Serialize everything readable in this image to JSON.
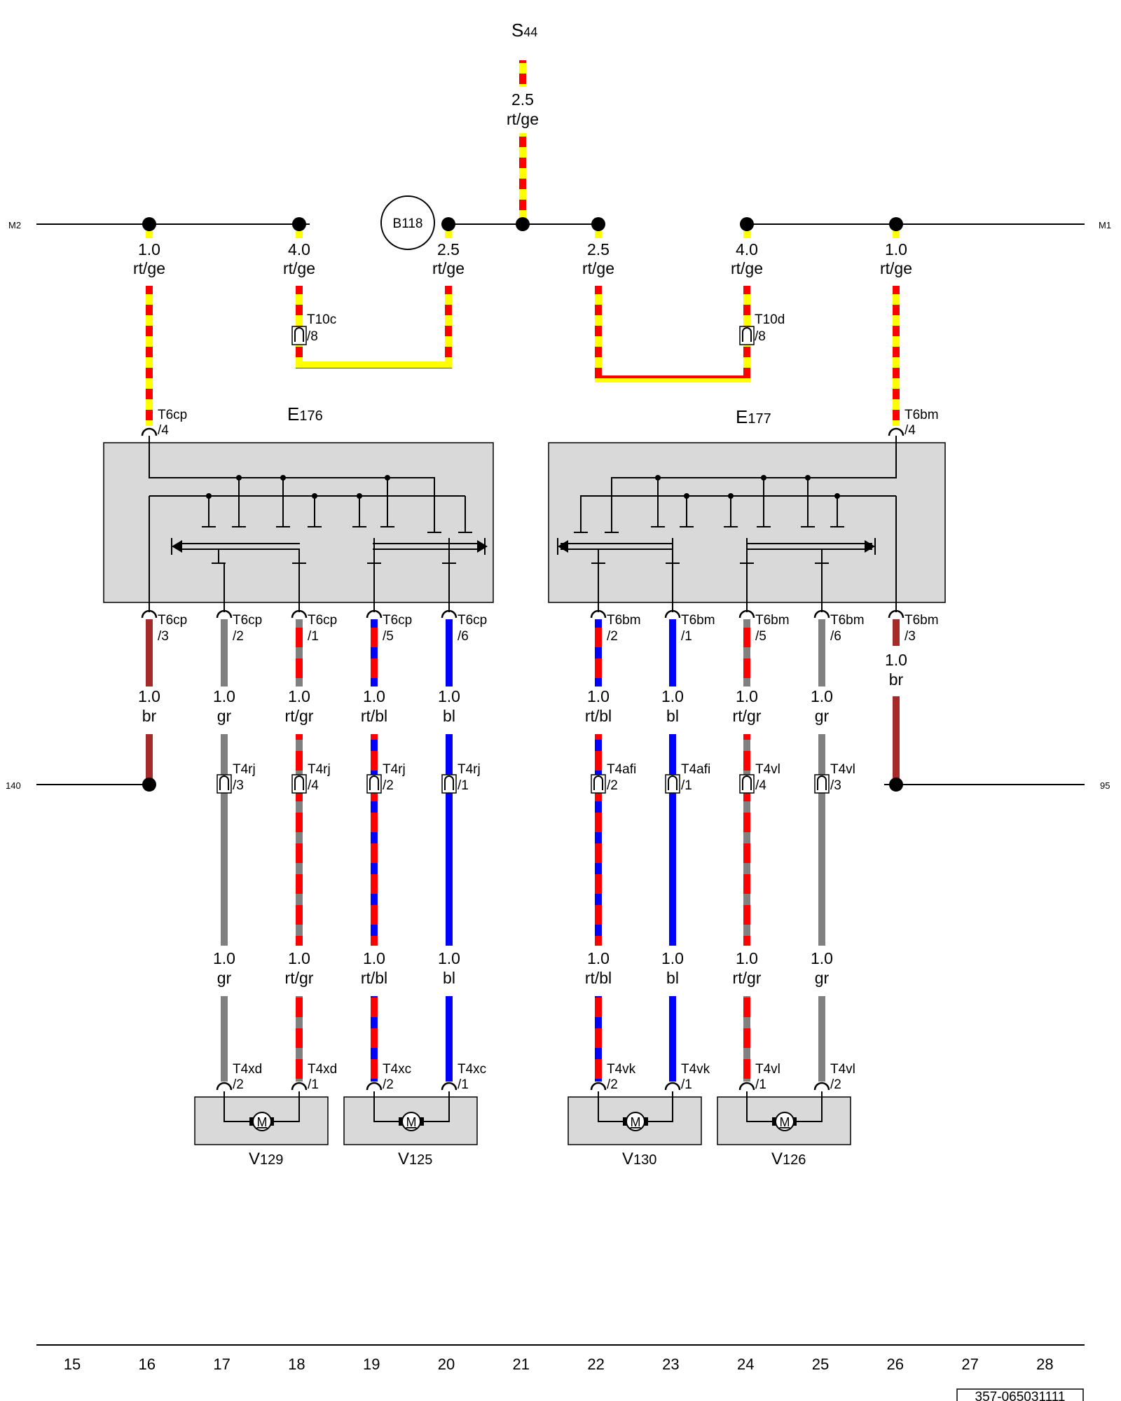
{
  "diagram": {
    "fuse": {
      "name": "S",
      "sub": "44"
    },
    "supply_wire": {
      "size": "2.5",
      "color": "rt/ge"
    },
    "ground_point": "B118",
    "edge_refs": {
      "top_left": "M2",
      "top_right": "M1",
      "mid_left": "140",
      "mid_right": "95"
    },
    "top_wires": [
      {
        "size": "1.0",
        "color": "rt/ge"
      },
      {
        "size": "4.0",
        "color": "rt/ge"
      },
      {
        "size": "2.5",
        "color": "rt/ge"
      },
      {
        "size": "2.5",
        "color": "rt/ge"
      },
      {
        "size": "4.0",
        "color": "rt/ge"
      },
      {
        "size": "1.0",
        "color": "rt/ge"
      }
    ],
    "inline_connectors": [
      {
        "name": "T10c",
        "pin": "/8"
      },
      {
        "name": "T10d",
        "pin": "/8"
      }
    ],
    "control_units": [
      {
        "name": "E",
        "sub": "176",
        "supply_pin": {
          "name": "T6cp",
          "pin": "/4"
        },
        "pins": [
          {
            "name": "T6cp",
            "pin": "/3"
          },
          {
            "name": "T6cp",
            "pin": "/2"
          },
          {
            "name": "T6cp",
            "pin": "/1"
          },
          {
            "name": "T6cp",
            "pin": "/5"
          },
          {
            "name": "T6cp",
            "pin": "/6"
          }
        ]
      },
      {
        "name": "E",
        "sub": "177",
        "supply_pin": {
          "name": "T6bm",
          "pin": "/4"
        },
        "pins": [
          {
            "name": "T6bm",
            "pin": "/2"
          },
          {
            "name": "T6bm",
            "pin": "/1"
          },
          {
            "name": "T6bm",
            "pin": "/5"
          },
          {
            "name": "T6bm",
            "pin": "/6"
          },
          {
            "name": "T6bm",
            "pin": "/3"
          }
        ]
      }
    ],
    "ground_wire_right": {
      "size": "1.0",
      "color": "br"
    },
    "mid_wires": [
      {
        "size": "1.0",
        "color": "br"
      },
      {
        "size": "1.0",
        "color": "gr"
      },
      {
        "size": "1.0",
        "color": "rt/gr"
      },
      {
        "size": "1.0",
        "color": "rt/bl"
      },
      {
        "size": "1.0",
        "color": "bl"
      },
      {
        "size": "1.0",
        "color": "rt/bl"
      },
      {
        "size": "1.0",
        "color": "bl"
      },
      {
        "size": "1.0",
        "color": "rt/gr"
      },
      {
        "size": "1.0",
        "color": "gr"
      }
    ],
    "mid_connectors": [
      {
        "name": "T4rj",
        "pin": "/3"
      },
      {
        "name": "T4rj",
        "pin": "/4"
      },
      {
        "name": "T4rj",
        "pin": "/2"
      },
      {
        "name": "T4rj",
        "pin": "/1"
      },
      {
        "name": "T4afi",
        "pin": "/2"
      },
      {
        "name": "T4afi",
        "pin": "/1"
      },
      {
        "name": "T4vl",
        "pin": "/4"
      },
      {
        "name": "T4vl",
        "pin": "/3"
      }
    ],
    "lower_wires": [
      {
        "size": "1.0",
        "color": "gr"
      },
      {
        "size": "1.0",
        "color": "rt/gr"
      },
      {
        "size": "1.0",
        "color": "rt/bl"
      },
      {
        "size": "1.0",
        "color": "bl"
      },
      {
        "size": "1.0",
        "color": "rt/bl"
      },
      {
        "size": "1.0",
        "color": "bl"
      },
      {
        "size": "1.0",
        "color": "rt/gr"
      },
      {
        "size": "1.0",
        "color": "gr"
      }
    ],
    "motors": [
      {
        "name": "V",
        "sub": "129",
        "symbol": "M",
        "pins": [
          {
            "name": "T4xd",
            "pin": "/2"
          },
          {
            "name": "T4xd",
            "pin": "/1"
          }
        ]
      },
      {
        "name": "V",
        "sub": "125",
        "symbol": "M",
        "pins": [
          {
            "name": "T4xc",
            "pin": "/2"
          },
          {
            "name": "T4xc",
            "pin": "/1"
          }
        ]
      },
      {
        "name": "V",
        "sub": "130",
        "symbol": "M",
        "pins": [
          {
            "name": "T4vk",
            "pin": "/2"
          },
          {
            "name": "T4vk",
            "pin": "/1"
          }
        ]
      },
      {
        "name": "V",
        "sub": "126",
        "symbol": "M",
        "pins": [
          {
            "name": "T4vl",
            "pin": "/1"
          },
          {
            "name": "T4vl",
            "pin": "/2"
          }
        ]
      }
    ],
    "columns": [
      "15",
      "16",
      "17",
      "18",
      "19",
      "20",
      "21",
      "22",
      "23",
      "24",
      "25",
      "26",
      "27",
      "28"
    ],
    "doc_number": "357-065031111",
    "wire_colors": {
      "rt": "#ff0000",
      "ge": "#ffff00",
      "gr": "#808080",
      "bl": "#0000ff",
      "br": "#a52a2a"
    },
    "component_fill": "#d9d9d9"
  }
}
